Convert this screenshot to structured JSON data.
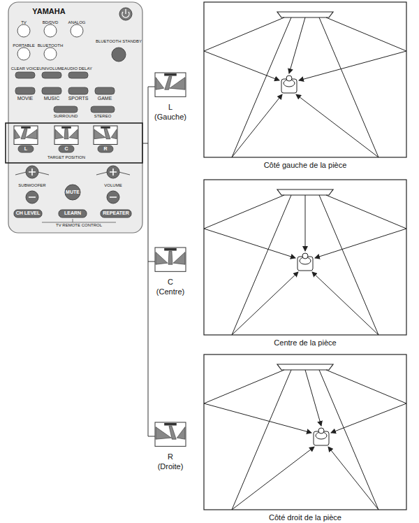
{
  "diagram": {
    "labels": [
      "YAMAHA",
      "TV",
      "BD/DVD",
      "ANALOG",
      "PORTABLE",
      "BLUETOOTH",
      "BLUETOOTH STANDBY",
      "CLEAR VOICE",
      "UNIVOLUME",
      "AUDIO DELAY",
      "MOVIE",
      "MUSIC",
      "SPORTS",
      "GAME",
      "SURROUND",
      "STEREO",
      "L",
      "C",
      "R",
      "TARGET POSITION",
      "SUBWOOFER",
      "VOLUME",
      "MUTE",
      "CH LEVEL",
      "LEARN",
      "REPEATER",
      "TV REMOTE CONTROL",
      "L",
      "(Gauche)",
      "Côté gauche de la pièce",
      "C",
      "(Centre)",
      "Centre de la pièce",
      "R",
      "(Droite)",
      "Côté droit de la pièce"
    ]
  }
}
